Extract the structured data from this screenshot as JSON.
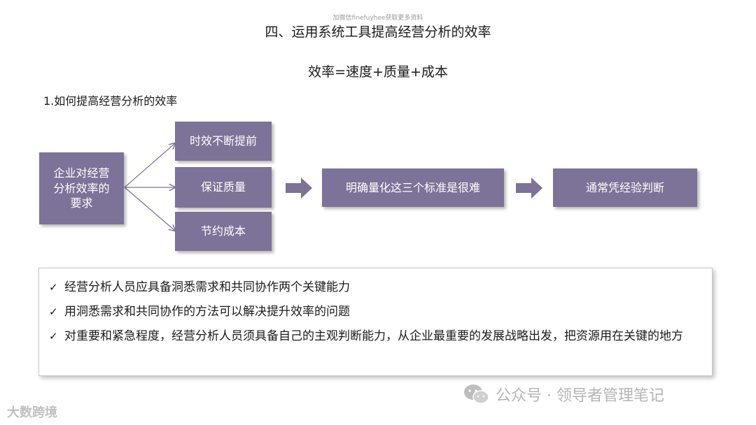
{
  "header": {
    "top_note": "加微信finefuyhee获取更多资料",
    "title": "四、运用系统工具提高经营分析的效率",
    "formula": "效率=速度+质量+成本",
    "subtitle": "1.如何提高经营分析的效率"
  },
  "diagram": {
    "source_box": "企业对经营分析效率的要求",
    "branches": [
      "时效不断提前",
      "保证质量",
      "节约成本"
    ],
    "middle_box": "明确量化这三个标准是很难",
    "final_box": "通常凭经验判断"
  },
  "bullets": [
    "经营分析人员应具备洞悉需求和共同协作两个关键能力",
    "用洞悉需求和共同协作的方法可以解决提升效率的问题",
    "对重要和紧急程度，经营分析人员须具备自己的主观判断能力，从企业最重要的发展战略出发，把资源用在关键的地方"
  ],
  "check_symbol": "✓",
  "watermarks": {
    "left": "大数跨境",
    "right": "公众号 · 领导者管理笔记"
  },
  "colors": {
    "box_fill": "#7d7297",
    "arrow_fill": "#7d7297"
  }
}
